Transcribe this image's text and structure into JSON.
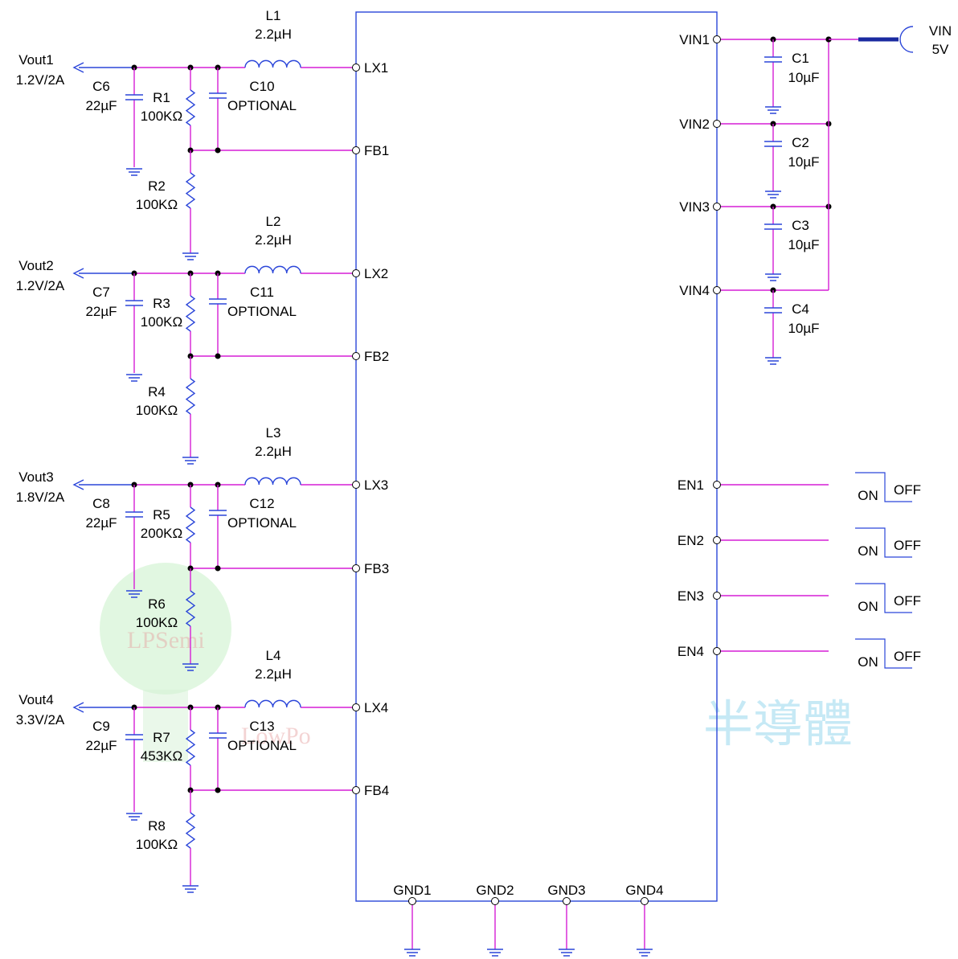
{
  "ic": {
    "left_pins": [
      "LX1",
      "FB1",
      "LX2",
      "FB2",
      "LX3",
      "FB3",
      "LX4",
      "FB4"
    ],
    "right_pins": [
      "VIN1",
      "VIN2",
      "VIN3",
      "VIN4",
      "EN1",
      "EN2",
      "EN3",
      "EN4"
    ],
    "bottom_pins": [
      "GND1",
      "GND2",
      "GND3",
      "GND4"
    ]
  },
  "channels": [
    {
      "vout": "Vout1",
      "spec": "1.2V/2A",
      "inductor": "L1",
      "inductor_value": "2.2µH",
      "cout": "C6",
      "cout_value": "22µF",
      "rtop": "R1",
      "rtop_value": "100KΩ",
      "cff": "C10",
      "cff_value": "OPTIONAL",
      "rbot": "R2",
      "rbot_value": "100KΩ"
    },
    {
      "vout": "Vout2",
      "spec": "1.2V/2A",
      "inductor": "L2",
      "inductor_value": "2.2µH",
      "cout": "C7",
      "cout_value": "22µF",
      "rtop": "R3",
      "rtop_value": "100KΩ",
      "cff": "C11",
      "cff_value": "OPTIONAL",
      "rbot": "R4",
      "rbot_value": "100KΩ"
    },
    {
      "vout": "Vout3",
      "spec": "1.8V/2A",
      "inductor": "L3",
      "inductor_value": "2.2µH",
      "cout": "C8",
      "cout_value": "22µF",
      "rtop": "R5",
      "rtop_value": "200KΩ",
      "cff": "C12",
      "cff_value": "OPTIONAL",
      "rbot": "R6",
      "rbot_value": "100KΩ"
    },
    {
      "vout": "Vout4",
      "spec": "3.3V/2A",
      "inductor": "L4",
      "inductor_value": "2.2µH",
      "cout": "C9",
      "cout_value": "22µF",
      "rtop": "R7",
      "rtop_value": "453KΩ",
      "cff": "C13",
      "cff_value": "OPTIONAL",
      "rbot": "R8",
      "rbot_value": "100KΩ"
    }
  ],
  "input_caps": [
    {
      "ref": "C1",
      "value": "10µF"
    },
    {
      "ref": "C2",
      "value": "10µF"
    },
    {
      "ref": "C3",
      "value": "10µF"
    },
    {
      "ref": "C4",
      "value": "10µF"
    }
  ],
  "vin": {
    "label": "VIN",
    "value": "5V"
  },
  "switches": {
    "on": "ON",
    "off": "OFF"
  },
  "watermarks": {
    "logo_text": "LPSemi",
    "brand": "LowPo",
    "cjk": "半導體"
  },
  "colors": {
    "wire": "#d61ed6",
    "net_arrow": "#2b46d9",
    "component": "#2b46d9",
    "body": "#000000"
  }
}
